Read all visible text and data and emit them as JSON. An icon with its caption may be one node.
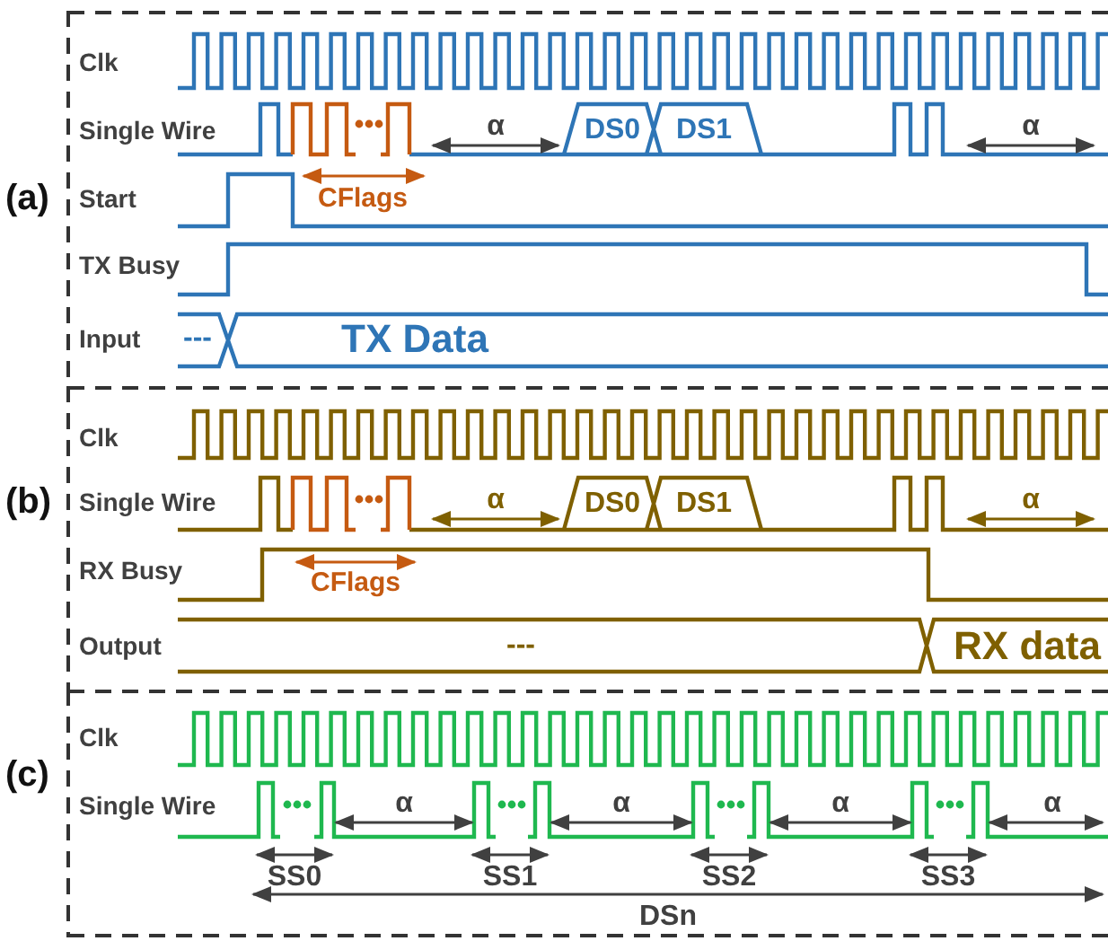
{
  "diagram": {
    "nodes": [
      {
        "text": [
          "(a)"
        ]
      },
      {
        "text": [
          "(b)"
        ]
      },
      {
        "text": [
          "(c)"
        ]
      }
    ],
    "edges": [],
    "labels": [
      "Clk",
      "Single Wire",
      "α",
      "DS0",
      "DS1",
      "α",
      "Start",
      "CFlags",
      "TX Busy",
      "Input",
      "---",
      "TX Data",
      "Clk",
      "Single Wire",
      "α",
      "DS0",
      "DS1",
      "α",
      "RX Busy",
      "CFlags",
      "Output",
      "---",
      "RX data",
      "Clk",
      "Single Wire",
      "α",
      "α",
      "α",
      "α",
      "SS0",
      "SS1",
      "SS2",
      "SS3",
      "DSn"
    ]
  }
}
